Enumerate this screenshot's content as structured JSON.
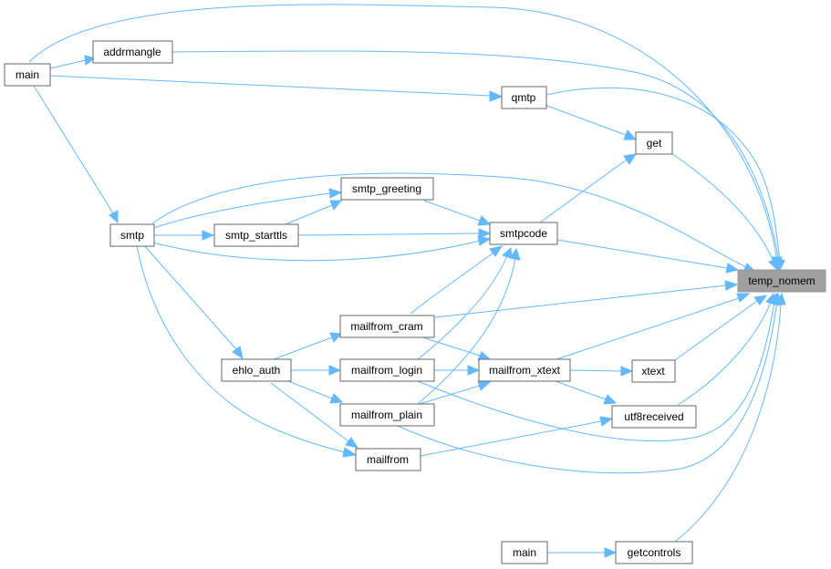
{
  "graph": {
    "root": "temp_nomem",
    "nodes": {
      "main_top": "main",
      "addrmangle": "addrmangle",
      "qmtp": "qmtp",
      "get": "get",
      "smtp": "smtp",
      "smtp_greeting": "smtp_greeting",
      "smtp_starttls": "smtp_starttls",
      "smtpcode": "smtpcode",
      "temp_nomem": "temp_nomem",
      "mailfrom_cram": "mailfrom_cram",
      "ehlo_auth": "ehlo_auth",
      "mailfrom_login": "mailfrom_login",
      "mailfrom_xtext": "mailfrom_xtext",
      "xtext": "xtext",
      "mailfrom_plain": "mailfrom_plain",
      "utf8received": "utf8received",
      "mailfrom": "mailfrom",
      "main_bottom": "main",
      "getcontrols": "getcontrols"
    },
    "edges": [
      {
        "from": "main_top",
        "to": "temp_nomem"
      },
      {
        "from": "main_top",
        "to": "addrmangle"
      },
      {
        "from": "main_top",
        "to": "qmtp"
      },
      {
        "from": "main_top",
        "to": "smtp"
      },
      {
        "from": "addrmangle",
        "to": "temp_nomem"
      },
      {
        "from": "qmtp",
        "to": "temp_nomem"
      },
      {
        "from": "qmtp",
        "to": "get"
      },
      {
        "from": "get",
        "to": "temp_nomem"
      },
      {
        "from": "smtp",
        "to": "temp_nomem"
      },
      {
        "from": "smtp",
        "to": "smtp_greeting"
      },
      {
        "from": "smtp",
        "to": "smtp_starttls"
      },
      {
        "from": "smtp",
        "to": "smtpcode"
      },
      {
        "from": "smtp",
        "to": "ehlo_auth"
      },
      {
        "from": "smtp",
        "to": "mailfrom"
      },
      {
        "from": "smtp_greeting",
        "to": "smtpcode"
      },
      {
        "from": "smtp_starttls",
        "to": "smtp_greeting"
      },
      {
        "from": "smtp_starttls",
        "to": "smtpcode"
      },
      {
        "from": "smtpcode",
        "to": "get"
      },
      {
        "from": "smtpcode",
        "to": "temp_nomem"
      },
      {
        "from": "mailfrom_cram",
        "to": "smtpcode"
      },
      {
        "from": "mailfrom_cram",
        "to": "temp_nomem"
      },
      {
        "from": "mailfrom_cram",
        "to": "mailfrom_xtext"
      },
      {
        "from": "ehlo_auth",
        "to": "mailfrom_cram"
      },
      {
        "from": "ehlo_auth",
        "to": "mailfrom_login"
      },
      {
        "from": "ehlo_auth",
        "to": "mailfrom_plain"
      },
      {
        "from": "ehlo_auth",
        "to": "mailfrom"
      },
      {
        "from": "mailfrom_login",
        "to": "smtpcode"
      },
      {
        "from": "mailfrom_login",
        "to": "mailfrom_xtext"
      },
      {
        "from": "mailfrom_login",
        "to": "temp_nomem"
      },
      {
        "from": "mailfrom_plain",
        "to": "smtpcode"
      },
      {
        "from": "mailfrom_plain",
        "to": "mailfrom_xtext"
      },
      {
        "from": "mailfrom_plain",
        "to": "temp_nomem"
      },
      {
        "from": "mailfrom_xtext",
        "to": "temp_nomem"
      },
      {
        "from": "mailfrom_xtext",
        "to": "xtext"
      },
      {
        "from": "mailfrom_xtext",
        "to": "utf8received"
      },
      {
        "from": "xtext",
        "to": "temp_nomem"
      },
      {
        "from": "utf8received",
        "to": "temp_nomem"
      },
      {
        "from": "mailfrom",
        "to": "utf8received"
      },
      {
        "from": "main_bottom",
        "to": "getcontrols"
      },
      {
        "from": "getcontrols",
        "to": "temp_nomem"
      }
    ]
  },
  "colors": {
    "edge": "#63b8ff",
    "node_border": "#666666",
    "node_fill": "#ffffff",
    "root_fill": "#a0a0a0",
    "root_border": "#999999"
  }
}
